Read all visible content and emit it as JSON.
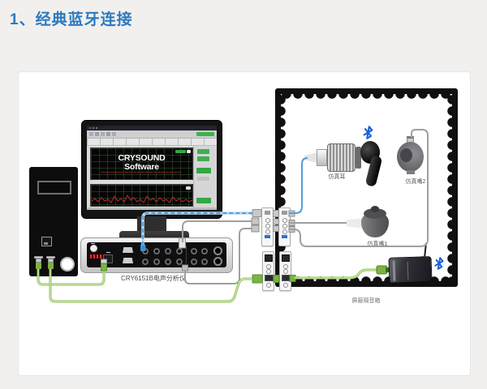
{
  "page": {
    "title": "1、经典蓝牙连接"
  },
  "monitor": {
    "software_line1": "CRYSOUND",
    "software_line2": "Software"
  },
  "analyzer": {
    "label": "CRY6151B电声分析仪"
  },
  "shield_box": {
    "label": "屏蔽隔音箱"
  },
  "devices": {
    "ear_label": "仿真耳",
    "mouth2_label": "仿真嘴2",
    "mouth1_label": "仿真嘴1"
  },
  "icons": {
    "bluetooth": "bluetooth-icon"
  },
  "colors": {
    "title_blue": "#2b7abf",
    "bluetooth_blue": "#1565d8",
    "cable_blue": "#4f9fe0",
    "cable_green": "#8cc152",
    "cable_gray": "#a0a0a0"
  }
}
